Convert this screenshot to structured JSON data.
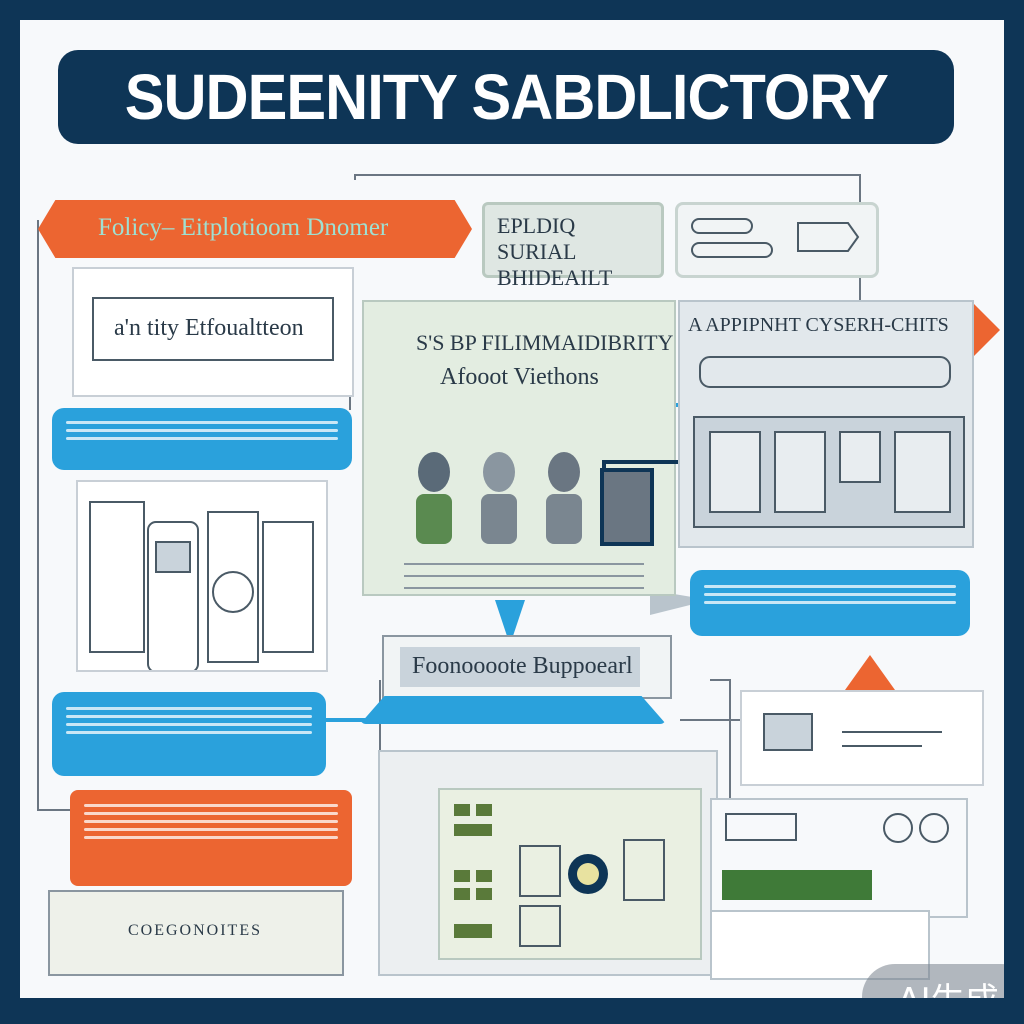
{
  "title": "SUDEENITY SABDLICTORY",
  "nodes": {
    "policy_banner": "Folicy– Eitplotioom Dnomer",
    "top_box": "EPLDIQ SURIAL BHIDEAILT",
    "left_box": "a'n tity Etfoualtteon",
    "center_header": "S'S BP FILIMMAIDIBRITY",
    "center_subheader": "Afooot Viethons",
    "right_header": "A APPIPNHT CYSERH-CHITS",
    "support_box": "Foonoooote Buppoearl",
    "bottom_left_box": "COEGONOITES"
  },
  "badge": "AI生成",
  "colors": {
    "navy": "#0e3556",
    "orange": "#ec6531",
    "blue": "#2aa1dc",
    "green_panel": "#e3ede1",
    "grey_panel": "#c9d3db"
  }
}
